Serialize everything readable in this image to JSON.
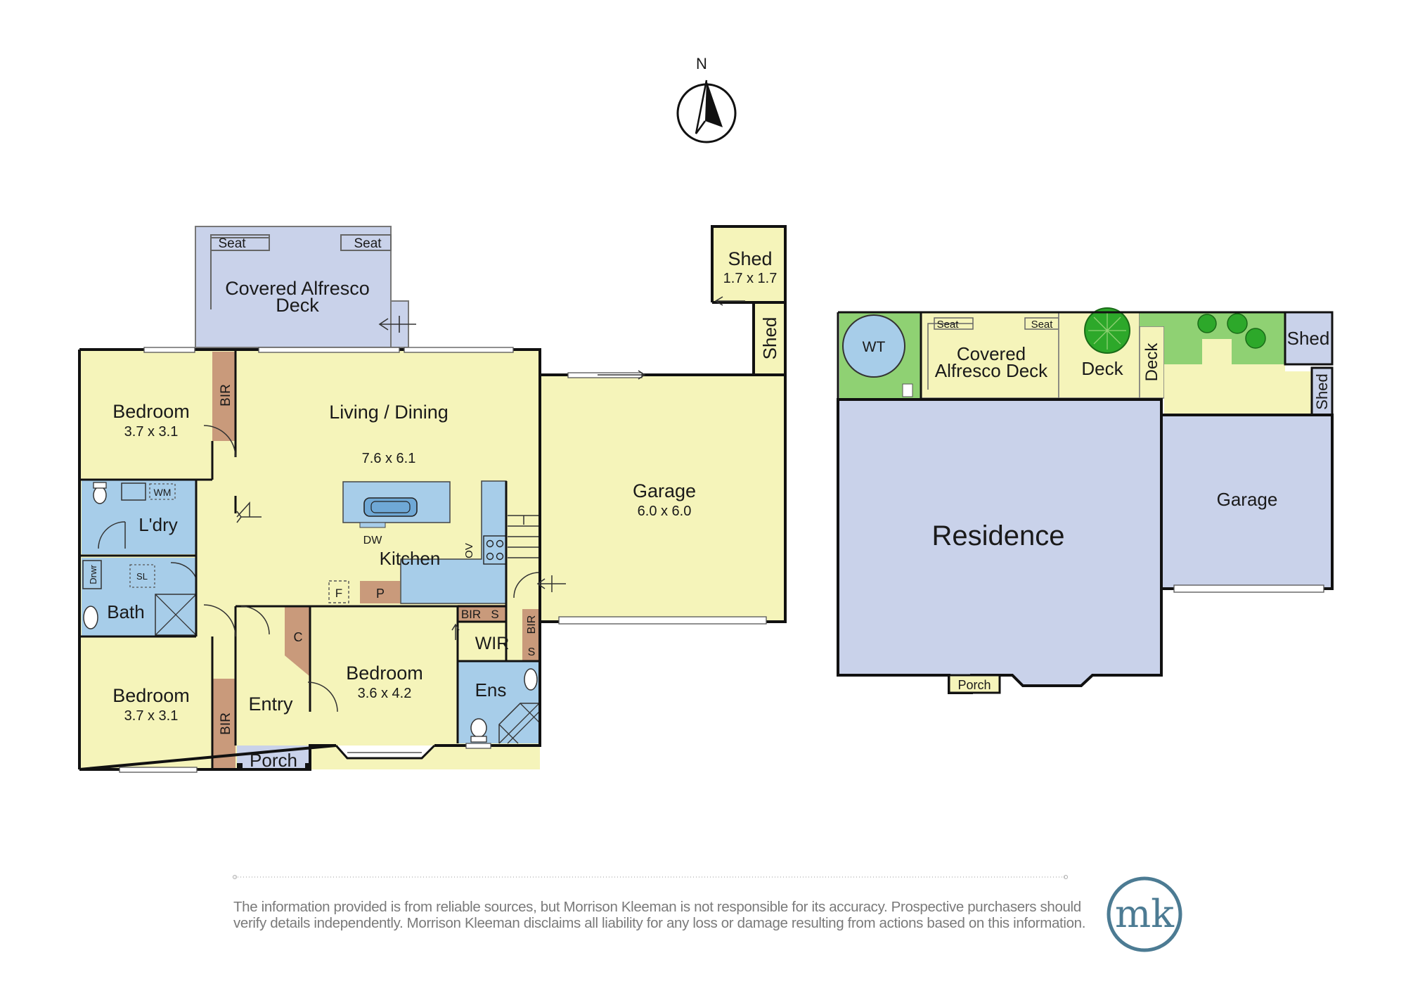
{
  "compass": {
    "label": "N"
  },
  "floor_plan": {
    "covered_alfresco": {
      "line1": "Covered Alfresco",
      "line2": "Deck",
      "seat_left": "Seat",
      "seat_right": "Seat"
    },
    "bedroom_1": {
      "name": "Bedroom",
      "size": "3.7 x 3.1"
    },
    "bir_1": "BIR",
    "laundry": {
      "name": "L'dry",
      "wm": "WM"
    },
    "bath": {
      "name": "Bath",
      "drwr": "Drwr",
      "sl": "SL"
    },
    "bedroom_2": {
      "name": "Bedroom",
      "size": "3.7 x 3.1"
    },
    "bir_2": "BIR",
    "living": {
      "name": "Living / Dining",
      "size": "7.6 x 6.1"
    },
    "kitchen": {
      "name": "Kitchen",
      "dw": "DW",
      "ov": "OV",
      "f": "F",
      "p": "P"
    },
    "entry": {
      "name": "Entry",
      "c": "C"
    },
    "porch": "Porch",
    "bedroom_main": {
      "name": "Bedroom",
      "size": "3.6 x 4.2"
    },
    "bir_3": "BIR",
    "s_1": "S",
    "wir": "WIR",
    "bir_4": "BIR",
    "s_2": "S",
    "ensuite": "Ens",
    "garage": {
      "name": "Garage",
      "size": "6.0 x 6.0"
    },
    "shed_top": {
      "name": "Shed",
      "size": "1.7 x 1.7"
    },
    "shed_side": "Shed"
  },
  "site_plan": {
    "wt": "WT",
    "seat_left": "Seat",
    "seat_right": "Seat",
    "covered_alfresco": {
      "line1": "Covered",
      "line2": "Alfresco Deck"
    },
    "deck": "Deck",
    "deck_vertical": "Deck",
    "shed": "Shed",
    "shed_vertical": "Shed",
    "residence": "Residence",
    "garage": "Garage",
    "porch": "Porch"
  },
  "disclaimer": {
    "line1": "The information provided is from reliable sources, but Morrison Kleeman is not responsible for its accuracy. Prospective purchasers should",
    "line2": "verify details independently. Morrison Kleeman disclaims all liability for any loss or damage resulting from actions based on this information."
  },
  "logo": {
    "text": "mk"
  },
  "colors": {
    "yellow": "#f5f4ba",
    "blue": "#c9d2ea",
    "wet_blue": "#a7cde9",
    "brown": "#c99a7b",
    "green": "#8fd173",
    "logo": "#4c7b93",
    "wall": "#111111"
  }
}
